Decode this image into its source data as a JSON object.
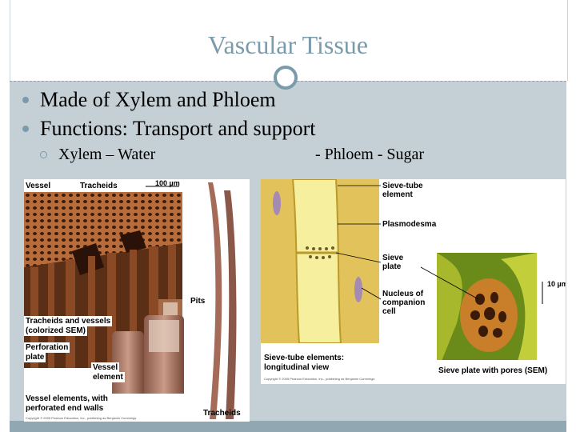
{
  "slide": {
    "title": "Vascular Tissue",
    "bullets": [
      "Made of Xylem and Phloem",
      "Functions:  Transport and support"
    ],
    "sub_left": "Xylem – Water",
    "sub_right": "- Phloem - Sugar"
  },
  "xylem_figure": {
    "label_vessel": "Vessel",
    "label_tracheids": "Tracheids",
    "scale_bar": "100 µm",
    "label_tracheids_vessels": "Tracheids and vessels",
    "label_colorized": "(colorized SEM)",
    "label_perforation": "Perforation",
    "label_plate": "plate",
    "label_vessel_el_1": "Vessel",
    "label_vessel_el_2": "element",
    "label_vessel_elements_1": "Vessel elements, with",
    "label_vessel_elements_2": "perforated end walls",
    "label_pits": "Pits",
    "label_tracheids_bottom": "Tracheids",
    "copyright": "Copyright © 2005 Pearson Education, Inc., publishing as Benjamin Cummings"
  },
  "phloem_figure": {
    "label_sieve_tube_1": "Sieve-tube",
    "label_sieve_tube_2": "element",
    "label_plasmodesma": "Plasmodesma",
    "label_sieve_1": "Sieve",
    "label_sieve_2": "plate",
    "label_nucleus_1": "Nucleus of",
    "label_nucleus_2": "companion",
    "label_nucleus_3": "cell",
    "label_scale": "10 µm",
    "label_sieve_tube_elements_1": "Sieve-tube elements:",
    "label_sieve_tube_elements_2": "longitudinal view",
    "label_sieve_plate_pores": "Sieve plate with pores (SEM)",
    "copyright": "Copyright © 2005 Pearson Education, Inc., publishing as Benjamin Cummings"
  }
}
